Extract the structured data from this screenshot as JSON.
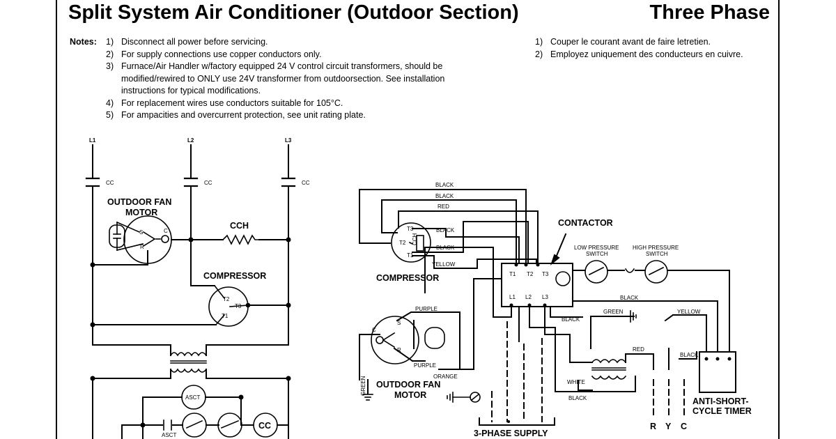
{
  "header": {
    "title": "Split System Air Conditioner (Outdoor Section)",
    "phase": "Three Phase"
  },
  "notes": {
    "label": "Notes:",
    "english": [
      {
        "num": "1)",
        "lines": [
          "Disconnect all power before servicing."
        ]
      },
      {
        "num": "2)",
        "lines": [
          "For supply connections use copper conductors only."
        ]
      },
      {
        "num": "3)",
        "lines": [
          "Furnace/Air Handler w/factory equipped 24 V control circuit transformers, should be",
          "modified/rewired to ONLY use 24V transformer from outdoorsection. See installation",
          "instructions for typical modifications."
        ]
      },
      {
        "num": "4)",
        "lines": [
          "For replacement wires use conductors suitable for 105°C."
        ]
      },
      {
        "num": "5)",
        "lines": [
          "For ampacities and overcurrent protection, see unit rating plate."
        ]
      }
    ],
    "french": [
      {
        "num": "1)",
        "text": "Couper le courant avant de faire letretien."
      },
      {
        "num": "2)",
        "text": "Employez uniquement des conducteurs en cuivre."
      }
    ]
  },
  "ladder": {
    "lines": [
      "L1",
      "L2",
      "L3"
    ],
    "contact_label": "CC",
    "fan_motor": [
      "OUTDOOR FAN",
      "MOTOR"
    ],
    "cch": "CCH",
    "compressor": "COMPRESSOR",
    "terminals": {
      "s": "S",
      "c": "C",
      "r": "R",
      "t1": "T1",
      "t2": "T2",
      "t3": "T3"
    },
    "asct": "ASCT",
    "cc_coil": "CC"
  },
  "pictorial": {
    "wires": {
      "black": "BLACK",
      "red": "RED",
      "yellow": "YELLOW",
      "purple": "PURPLE",
      "orange": "ORANGE",
      "green": "GREEN",
      "white": "WHITE"
    },
    "cch_vertical": "CCH",
    "contactor": "CONTACTOR",
    "contactor_terminals": [
      "T1",
      "T2",
      "T3",
      "L1",
      "L2",
      "L3"
    ],
    "compressor": "COMPRESSOR",
    "fan_motor": [
      "OUTDOOR FAN",
      "MOTOR"
    ],
    "low_pressure": [
      "LOW PRESSURE",
      "SWITCH"
    ],
    "high_pressure": [
      "HIGH PRESSURE",
      "SWITCH"
    ],
    "timer": [
      "ANTI-SHORT-",
      "CYCLE TIMER"
    ],
    "supply": "3-PHASE SUPPLY",
    "thermostat": [
      "R",
      "Y",
      "C"
    ]
  }
}
